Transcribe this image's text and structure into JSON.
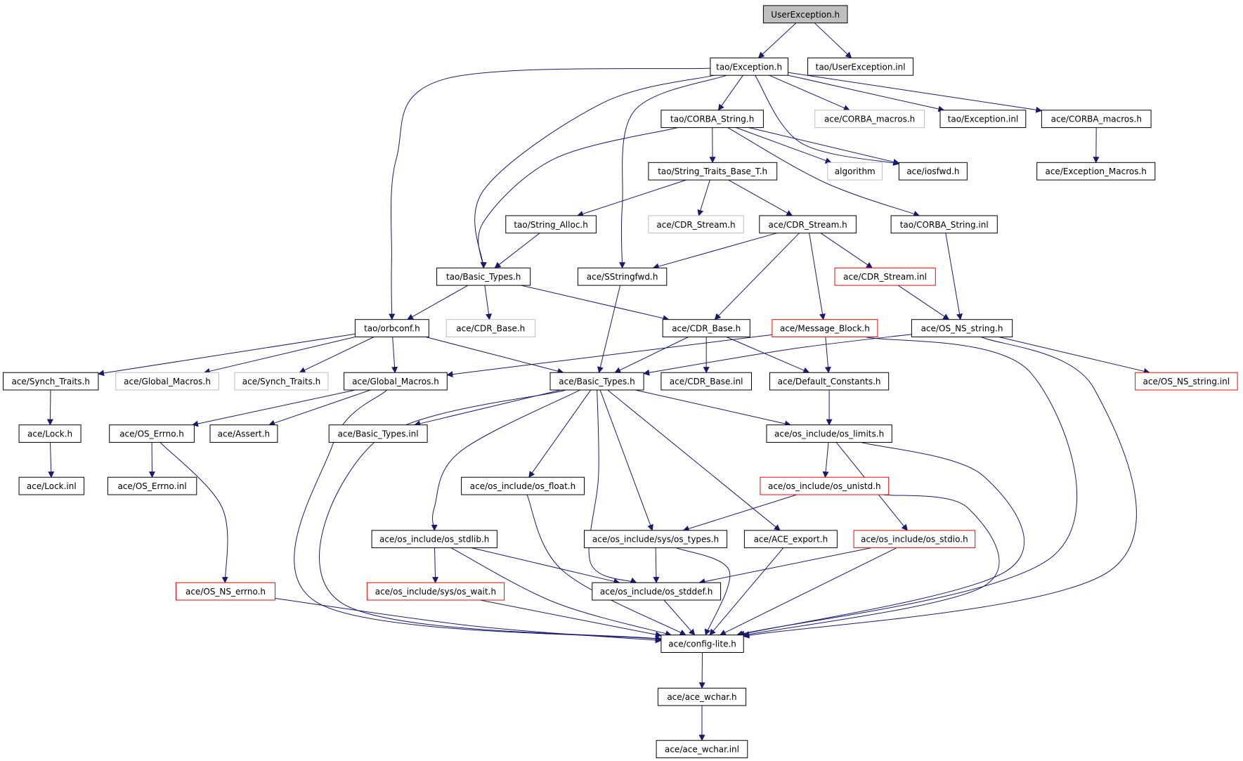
{
  "nodes": [
    {
      "id": "userexception_h",
      "label": "UserException.h",
      "style": "root"
    },
    {
      "id": "tao_exception_h",
      "label": "tao/Exception.h",
      "style": "normal"
    },
    {
      "id": "tao_userexception_inl",
      "label": "tao/UserException.inl",
      "style": "normal"
    },
    {
      "id": "tao_corba_string_h",
      "label": "tao/CORBA_String.h",
      "style": "normal"
    },
    {
      "id": "ace_corba_macros_gray",
      "label": "ace/CORBA_macros.h",
      "style": "gray"
    },
    {
      "id": "tao_exception_inl",
      "label": "tao/Exception.inl",
      "style": "normal"
    },
    {
      "id": "ace_corba_macros_h",
      "label": "ace/CORBA_macros.h",
      "style": "normal"
    },
    {
      "id": "tao_string_traits_base_t_h",
      "label": "tao/String_Traits_Base_T.h",
      "style": "normal"
    },
    {
      "id": "algorithm",
      "label": "algorithm",
      "style": "gray"
    },
    {
      "id": "ace_iosfwd_h",
      "label": "ace/iosfwd.h",
      "style": "normal"
    },
    {
      "id": "ace_exception_macros_h",
      "label": "ace/Exception_Macros.h",
      "style": "normal"
    },
    {
      "id": "tao_string_alloc_h",
      "label": "tao/String_Alloc.h",
      "style": "normal"
    },
    {
      "id": "tao_cdr_stream_gray",
      "label": "ace/CDR_Stream.h",
      "style": "gray"
    },
    {
      "id": "ace_cdr_stream_h",
      "label": "ace/CDR_Stream.h",
      "style": "normal"
    },
    {
      "id": "tao_corba_string_inl",
      "label": "tao/CORBA_String.inl",
      "style": "normal"
    },
    {
      "id": "tao_basic_types_h",
      "label": "tao/Basic_Types.h",
      "style": "normal"
    },
    {
      "id": "ace_sstringfwd_h",
      "label": "ace/SStringfwd.h",
      "style": "normal"
    },
    {
      "id": "ace_cdr_stream_inl",
      "label": "ace/CDR_Stream.inl",
      "style": "red"
    },
    {
      "id": "tao_orbconf_h",
      "label": "tao/orbconf.h",
      "style": "normal"
    },
    {
      "id": "ace_cdr_base_gray",
      "label": "ace/CDR_Base.h",
      "style": "gray"
    },
    {
      "id": "ace_cdr_base_h",
      "label": "ace/CDR_Base.h",
      "style": "normal"
    },
    {
      "id": "ace_message_block_h",
      "label": "ace/Message_Block.h",
      "style": "red"
    },
    {
      "id": "ace_os_ns_string_h",
      "label": "ace/OS_NS_string.h",
      "style": "normal"
    },
    {
      "id": "ace_synch_traits_h",
      "label": "ace/Synch_Traits.h",
      "style": "normal"
    },
    {
      "id": "ace_global_macros_gray",
      "label": "ace/Global_Macros.h",
      "style": "gray"
    },
    {
      "id": "ace_synch_traits_gray",
      "label": "ace/Synch_Traits.h",
      "style": "gray"
    },
    {
      "id": "ace_global_macros_h",
      "label": "ace/Global_Macros.h",
      "style": "normal"
    },
    {
      "id": "ace_basic_types_h",
      "label": "ace/Basic_Types.h",
      "style": "normal"
    },
    {
      "id": "ace_cdr_base_inl",
      "label": "ace/CDR_Base.inl",
      "style": "normal"
    },
    {
      "id": "ace_default_constants_h",
      "label": "ace/Default_Constants.h",
      "style": "normal"
    },
    {
      "id": "ace_os_ns_string_inl",
      "label": "ace/OS_NS_string.inl",
      "style": "red"
    },
    {
      "id": "ace_lock_h",
      "label": "ace/Lock.h",
      "style": "normal"
    },
    {
      "id": "ace_os_errno_h",
      "label": "ace/OS_Errno.h",
      "style": "normal"
    },
    {
      "id": "ace_assert_h",
      "label": "ace/Assert.h",
      "style": "normal"
    },
    {
      "id": "ace_basic_types_inl",
      "label": "ace/Basic_Types.inl",
      "style": "normal"
    },
    {
      "id": "ace_os_limits_h",
      "label": "ace/os_include/os_limits.h",
      "style": "normal"
    },
    {
      "id": "ace_lock_inl",
      "label": "ace/Lock.inl",
      "style": "normal"
    },
    {
      "id": "ace_os_errno_inl",
      "label": "ace/OS_Errno.inl",
      "style": "normal"
    },
    {
      "id": "ace_os_float_h",
      "label": "ace/os_include/os_float.h",
      "style": "normal"
    },
    {
      "id": "ace_os_unistd_h",
      "label": "ace/os_include/os_unistd.h",
      "style": "red"
    },
    {
      "id": "ace_os_stdlib_h",
      "label": "ace/os_include/os_stdlib.h",
      "style": "normal"
    },
    {
      "id": "ace_os_types_h",
      "label": "ace/os_include/sys/os_types.h",
      "style": "normal"
    },
    {
      "id": "ace_ace_export_h",
      "label": "ace/ACE_export.h",
      "style": "normal"
    },
    {
      "id": "ace_os_stdio_h",
      "label": "ace/os_include/os_stdio.h",
      "style": "red"
    },
    {
      "id": "ace_os_ns_errno_h",
      "label": "ace/OS_NS_errno.h",
      "style": "red"
    },
    {
      "id": "ace_os_wait_h",
      "label": "ace/os_include/sys/os_wait.h",
      "style": "red"
    },
    {
      "id": "ace_os_stddef_h",
      "label": "ace/os_include/os_stddef.h",
      "style": "normal"
    },
    {
      "id": "ace_config_lite_h",
      "label": "ace/config-lite.h",
      "style": "normal"
    },
    {
      "id": "ace_ace_wchar_h",
      "label": "ace/ace_wchar.h",
      "style": "normal"
    },
    {
      "id": "ace_ace_wchar_inl",
      "label": "ace/ace_wchar.inl",
      "style": "normal"
    }
  ],
  "edges": [
    [
      "userexception_h",
      "tao_exception_h"
    ],
    [
      "userexception_h",
      "tao_userexception_inl"
    ],
    [
      "tao_exception_h",
      "tao_corba_string_h"
    ],
    [
      "tao_exception_h",
      "ace_corba_macros_gray"
    ],
    [
      "tao_exception_h",
      "tao_exception_inl"
    ],
    [
      "tao_exception_h",
      "ace_corba_macros_h"
    ],
    [
      "tao_exception_h",
      "ace_iosfwd_h"
    ],
    [
      "tao_exception_h",
      "tao_basic_types_h"
    ],
    [
      "tao_exception_h",
      "ace_sstringfwd_h"
    ],
    [
      "tao_exception_h",
      "tao_orbconf_h"
    ],
    [
      "ace_corba_macros_h",
      "ace_exception_macros_h"
    ],
    [
      "tao_corba_string_h",
      "tao_string_traits_base_t_h"
    ],
    [
      "tao_corba_string_h",
      "algorithm"
    ],
    [
      "tao_corba_string_h",
      "ace_iosfwd_h"
    ],
    [
      "tao_corba_string_h",
      "tao_corba_string_inl"
    ],
    [
      "tao_corba_string_h",
      "tao_basic_types_h"
    ],
    [
      "tao_string_traits_base_t_h",
      "tao_string_alloc_h"
    ],
    [
      "tao_string_traits_base_t_h",
      "tao_cdr_stream_gray"
    ],
    [
      "tao_string_traits_base_t_h",
      "ace_cdr_stream_h"
    ],
    [
      "tao_string_alloc_h",
      "tao_basic_types_h"
    ],
    [
      "ace_cdr_stream_h",
      "ace_sstringfwd_h"
    ],
    [
      "ace_cdr_stream_h",
      "ace_cdr_stream_inl"
    ],
    [
      "ace_cdr_stream_h",
      "ace_cdr_base_h"
    ],
    [
      "ace_cdr_stream_h",
      "ace_message_block_h"
    ],
    [
      "ace_cdr_stream_inl",
      "ace_os_ns_string_h"
    ],
    [
      "tao_corba_string_inl",
      "ace_os_ns_string_h"
    ],
    [
      "tao_basic_types_h",
      "tao_orbconf_h"
    ],
    [
      "tao_basic_types_h",
      "ace_cdr_base_gray"
    ],
    [
      "tao_basic_types_h",
      "ace_cdr_base_h"
    ],
    [
      "ace_sstringfwd_h",
      "ace_basic_types_h"
    ],
    [
      "tao_orbconf_h",
      "ace_synch_traits_h"
    ],
    [
      "tao_orbconf_h",
      "ace_global_macros_gray"
    ],
    [
      "tao_orbconf_h",
      "ace_synch_traits_gray"
    ],
    [
      "tao_orbconf_h",
      "ace_global_macros_h"
    ],
    [
      "tao_orbconf_h",
      "ace_basic_types_h"
    ],
    [
      "ace_cdr_base_h",
      "ace_basic_types_h"
    ],
    [
      "ace_cdr_base_h",
      "ace_cdr_base_inl"
    ],
    [
      "ace_cdr_base_h",
      "ace_default_constants_h"
    ],
    [
      "ace_message_block_h",
      "ace_global_macros_h"
    ],
    [
      "ace_message_block_h",
      "ace_default_constants_h"
    ],
    [
      "ace_message_block_h",
      "ace_config_lite_h"
    ],
    [
      "ace_os_ns_string_h",
      "ace_basic_types_h"
    ],
    [
      "ace_os_ns_string_h",
      "ace_os_ns_string_inl"
    ],
    [
      "ace_os_ns_string_h",
      "ace_config_lite_h"
    ],
    [
      "ace_synch_traits_h",
      "ace_lock_h"
    ],
    [
      "ace_lock_h",
      "ace_lock_inl"
    ],
    [
      "ace_global_macros_h",
      "ace_os_errno_h"
    ],
    [
      "ace_global_macros_h",
      "ace_assert_h"
    ],
    [
      "ace_global_macros_h",
      "ace_config_lite_h"
    ],
    [
      "ace_os_errno_h",
      "ace_os_errno_inl"
    ],
    [
      "ace_os_errno_h",
      "ace_os_ns_errno_h"
    ],
    [
      "ace_basic_types_h",
      "ace_basic_types_inl"
    ],
    [
      "ace_basic_types_h",
      "ace_os_limits_h"
    ],
    [
      "ace_basic_types_h",
      "ace_os_float_h"
    ],
    [
      "ace_basic_types_h",
      "ace_os_stdlib_h"
    ],
    [
      "ace_basic_types_h",
      "ace_os_types_h"
    ],
    [
      "ace_basic_types_h",
      "ace_ace_export_h"
    ],
    [
      "ace_basic_types_h",
      "ace_os_stddef_h"
    ],
    [
      "ace_basic_types_h",
      "ace_config_lite_h"
    ],
    [
      "ace_default_constants_h",
      "ace_os_limits_h"
    ],
    [
      "ace_os_limits_h",
      "ace_os_unistd_h"
    ],
    [
      "ace_os_limits_h",
      "ace_os_stdio_h"
    ],
    [
      "ace_os_limits_h",
      "ace_config_lite_h"
    ],
    [
      "ace_os_unistd_h",
      "ace_os_types_h"
    ],
    [
      "ace_os_unistd_h",
      "ace_config_lite_h"
    ],
    [
      "ace_os_stdio_h",
      "ace_os_stddef_h"
    ],
    [
      "ace_os_stdio_h",
      "ace_config_lite_h"
    ],
    [
      "ace_os_stdlib_h",
      "ace_os_wait_h"
    ],
    [
      "ace_os_stdlib_h",
      "ace_os_stddef_h"
    ],
    [
      "ace_os_stdlib_h",
      "ace_config_lite_h"
    ],
    [
      "ace_os_types_h",
      "ace_os_stddef_h"
    ],
    [
      "ace_os_types_h",
      "ace_config_lite_h"
    ],
    [
      "ace_ace_export_h",
      "ace_config_lite_h"
    ],
    [
      "ace_os_float_h",
      "ace_config_lite_h"
    ],
    [
      "ace_os_ns_errno_h",
      "ace_config_lite_h"
    ],
    [
      "ace_os_wait_h",
      "ace_config_lite_h"
    ],
    [
      "ace_os_stddef_h",
      "ace_config_lite_h"
    ],
    [
      "ace_config_lite_h",
      "ace_ace_wchar_h"
    ],
    [
      "ace_ace_wchar_h",
      "ace_ace_wchar_inl"
    ]
  ],
  "colors": {
    "edge": "#191970",
    "border": "#000000",
    "border_gray": "#bfbfbf",
    "border_red": "#ff0000",
    "root_fill": "#bfbfbf",
    "fill": "#ffffff",
    "text": "#000000"
  }
}
